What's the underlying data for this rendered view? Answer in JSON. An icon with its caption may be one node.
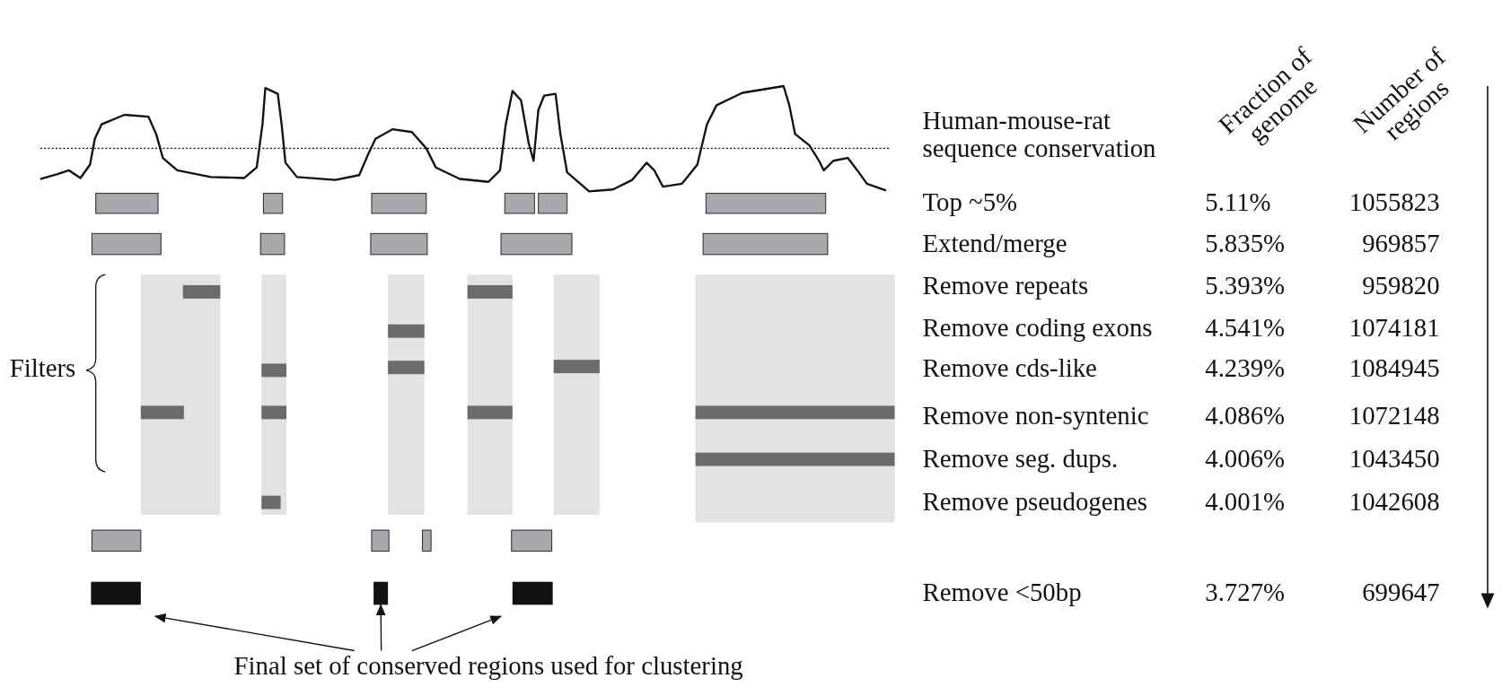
{
  "diagram": {
    "nodes": [
      {
        "text": [],
        "shape": "bar"
      },
      {
        "text": [],
        "shape": "bar"
      },
      {
        "text": [],
        "shape": "bar"
      },
      {
        "text": [
          "Final set of conserved regions used for clustering"
        ]
      }
    ],
    "edges": [
      {
        "from": 3,
        "to": 0,
        "arrow": "to"
      },
      {
        "from": 3,
        "to": 1,
        "arrow": "to"
      },
      {
        "from": 3,
        "to": 2,
        "arrow": "to"
      }
    ],
    "labels": [
      "Human-mouse-rat sequence conservation",
      "Fraction of genome",
      "Number of regions",
      "Filters",
      "Top ~5%",
      "5.11%",
      "1055823",
      "Extend/merge",
      "5.835%",
      "969857",
      "Remove repeats",
      "5.393%",
      "959820",
      "Remove coding exons",
      "4.541%",
      "1074181",
      "Remove cds-like",
      "4.239%",
      "1084945",
      "Remove non-syntenic",
      "4.086%",
      "1072148",
      "Remove seg. dups.",
      "4.006%",
      "1043450",
      "Remove pseudogenes",
      "4.001%",
      "1042608",
      "Remove <50bp",
      "3.727%",
      "699647"
    ]
  }
}
